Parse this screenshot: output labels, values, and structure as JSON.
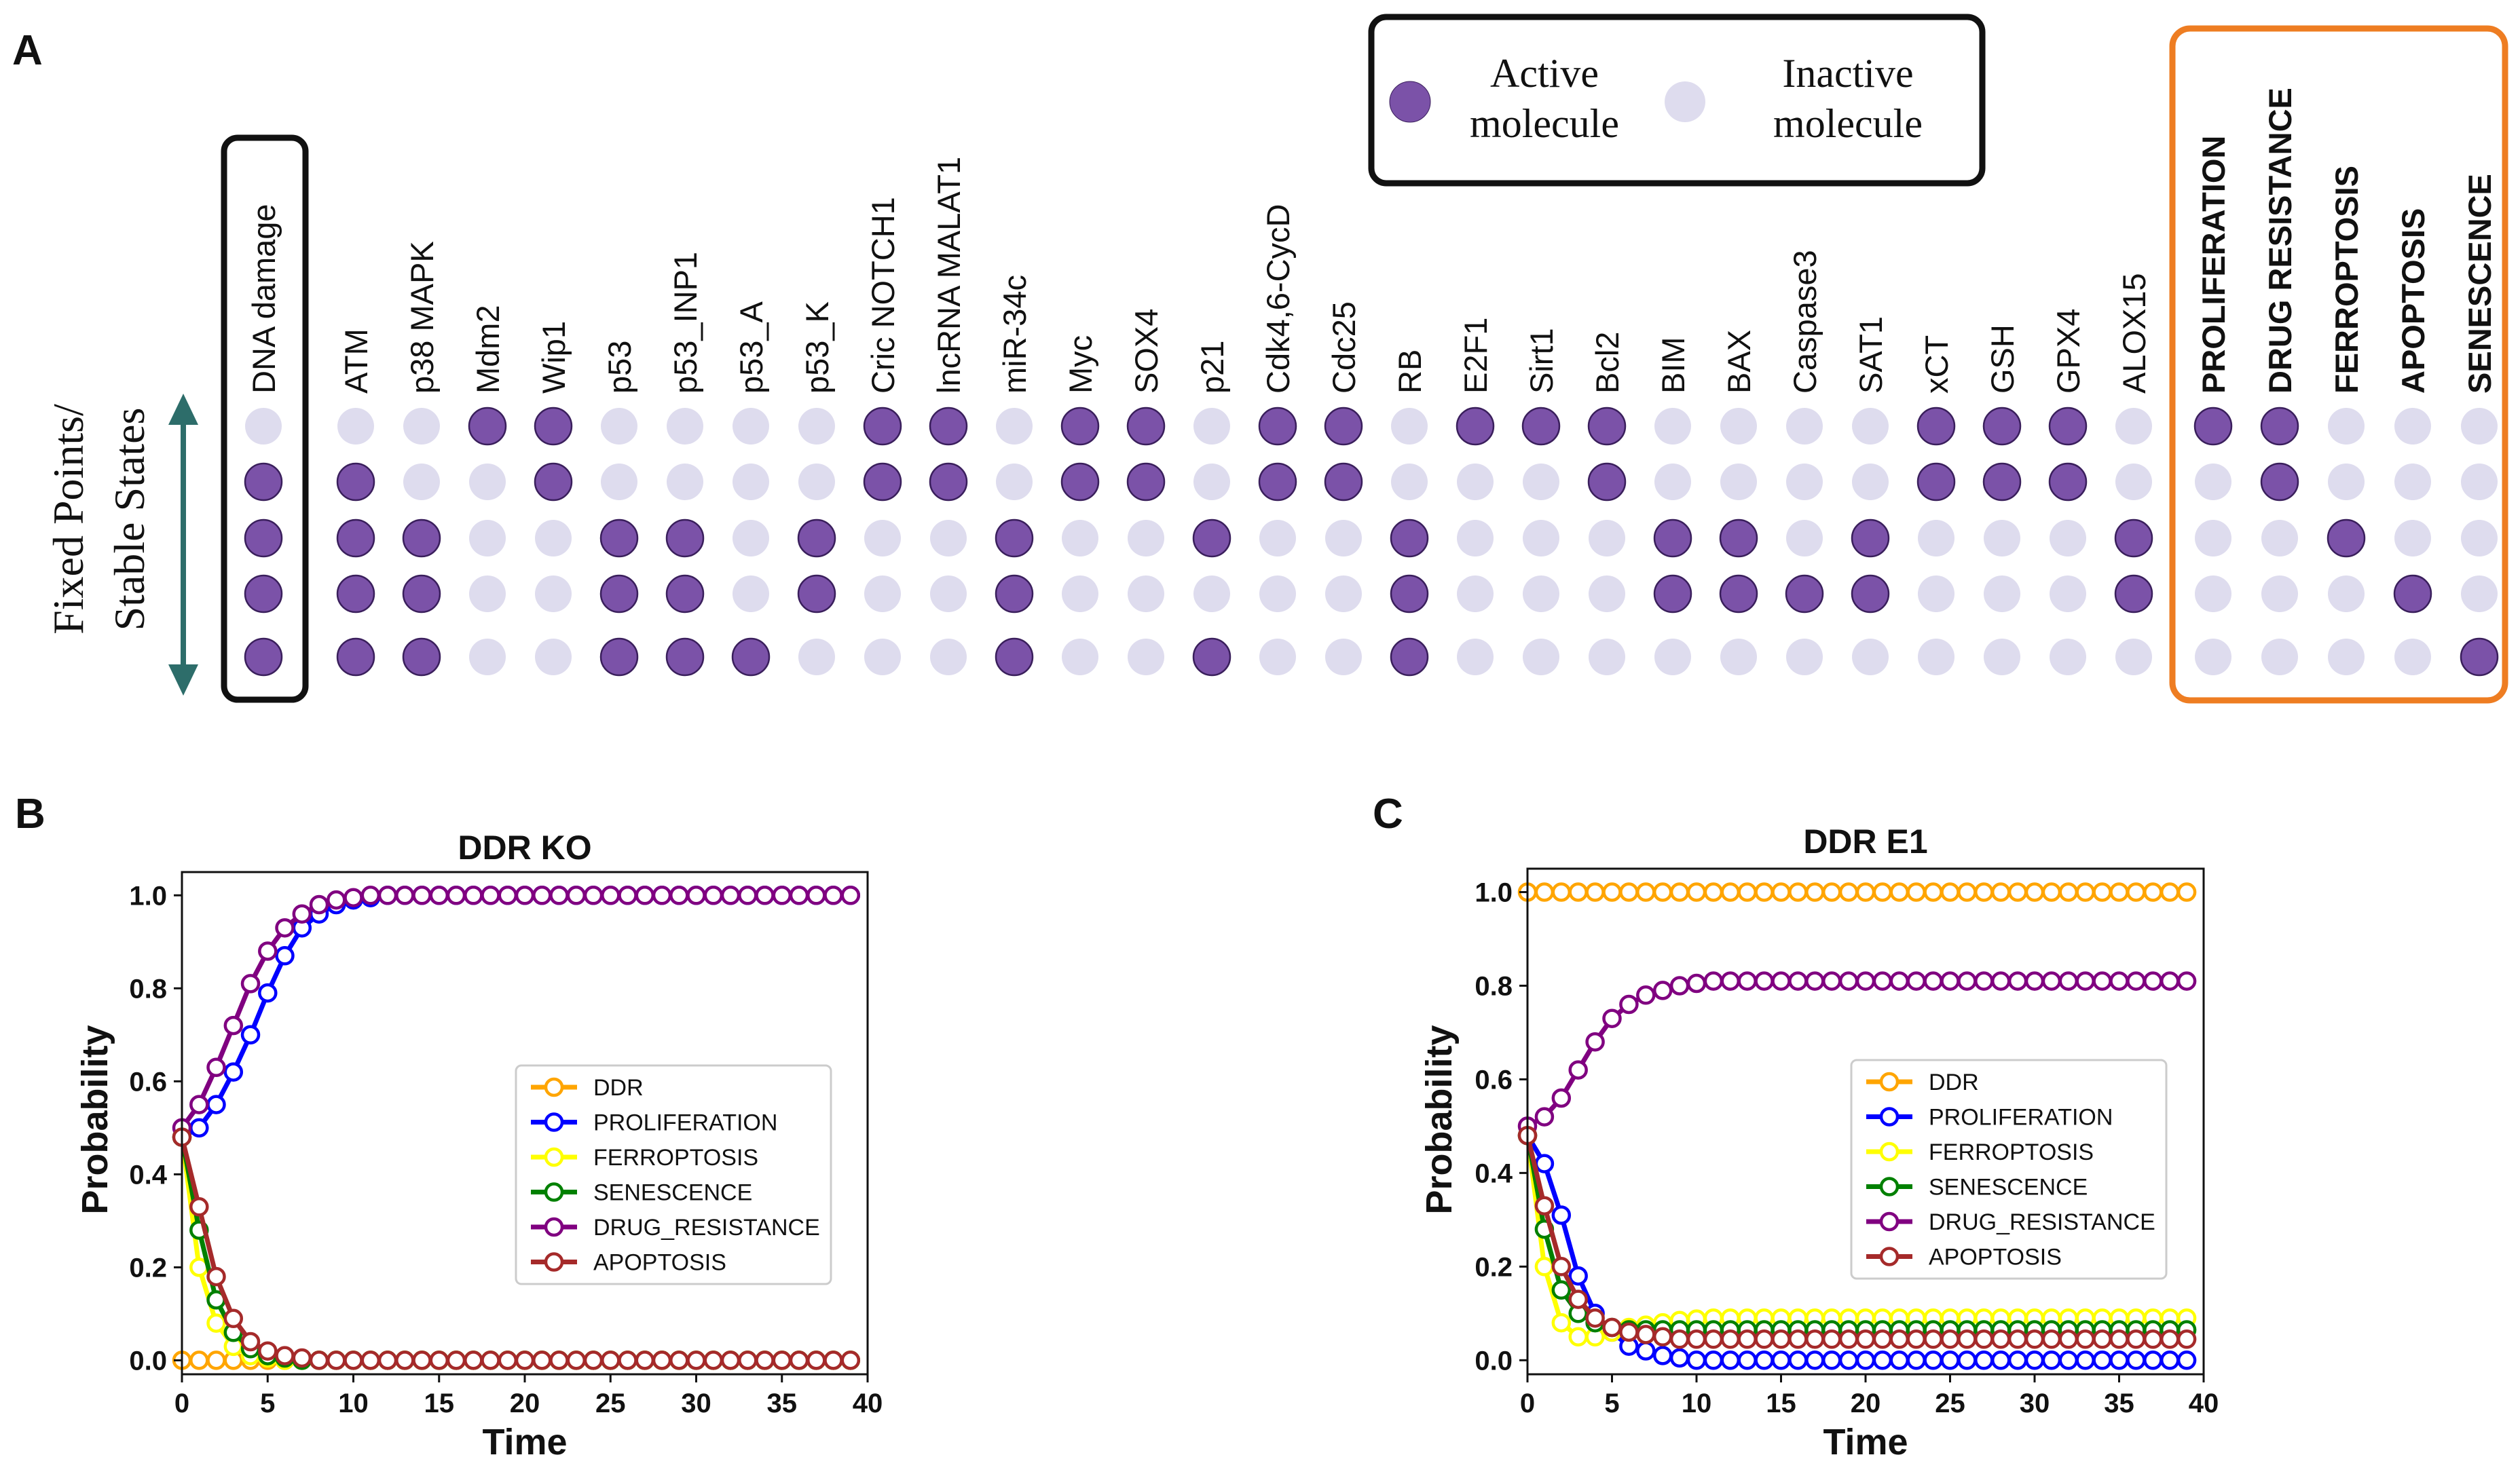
{
  "panels": {
    "a": "A",
    "b": "B",
    "c": "C"
  },
  "panel_a": {
    "y_axis_label_line1": "Fixed Points/",
    "y_axis_label_line2": "Stable States",
    "legend": {
      "active_line1": "Active",
      "active_line2": "molecule",
      "inactive_line1": "Inactive",
      "inactive_line2": "molecule"
    },
    "colors": {
      "active": "#7b52a8",
      "inactive": "#dedcee",
      "left_box": "#111111",
      "right_box": "#ee7d22",
      "arrow": "#2d6d6a"
    },
    "first_column": "DNA damage",
    "columns": [
      "ATM",
      "p38 MAPK",
      "Mdm2",
      "Wip1",
      "p53",
      "p53_INP1",
      "p53_A",
      "p53_K",
      "Cric NOTCH1",
      "lncRNA MALAT1",
      "miR-34c",
      "Myc",
      "SOX4",
      "p21",
      "Cdk4,6-CycD",
      "Cdc25",
      "RB",
      "E2F1",
      "Sirt1",
      "Bcl2",
      "BIM",
      "BAX",
      "Caspase3",
      "SAT1",
      "xCT",
      "GSH",
      "GPX4",
      "ALOX15"
    ],
    "phenotypes": [
      "PROLIFERATION",
      "DRUG RESISTANCE",
      "FERROPTOSIS",
      "APOPTOSIS",
      "SENESCENCE"
    ],
    "states": [
      [
        0,
        0,
        0,
        1,
        1,
        0,
        0,
        0,
        0,
        1,
        1,
        0,
        1,
        1,
        0,
        1,
        1,
        0,
        1,
        1,
        1,
        0,
        0,
        0,
        0,
        1,
        1,
        1,
        0,
        1,
        1,
        0,
        0,
        0
      ],
      [
        1,
        1,
        0,
        0,
        1,
        0,
        0,
        0,
        0,
        1,
        1,
        0,
        1,
        1,
        0,
        1,
        1,
        0,
        0,
        0,
        1,
        0,
        0,
        0,
        0,
        1,
        1,
        1,
        0,
        0,
        1,
        0,
        0,
        0
      ],
      [
        1,
        1,
        1,
        0,
        0,
        1,
        1,
        0,
        1,
        0,
        0,
        1,
        0,
        0,
        1,
        0,
        0,
        1,
        0,
        0,
        0,
        1,
        1,
        0,
        1,
        0,
        0,
        0,
        1,
        0,
        0,
        1,
        0,
        0
      ],
      [
        1,
        1,
        1,
        0,
        0,
        1,
        1,
        0,
        1,
        0,
        0,
        1,
        0,
        0,
        0,
        0,
        0,
        1,
        0,
        0,
        0,
        1,
        1,
        1,
        1,
        0,
        0,
        0,
        1,
        0,
        0,
        0,
        1,
        0
      ],
      [
        1,
        1,
        1,
        0,
        0,
        1,
        1,
        1,
        0,
        0,
        0,
        1,
        0,
        0,
        1,
        0,
        0,
        1,
        0,
        0,
        0,
        0,
        0,
        0,
        0,
        0,
        0,
        0,
        0,
        0,
        0,
        0,
        0,
        1
      ]
    ]
  },
  "chart_data": [
    {
      "type": "line",
      "title": "DDR KO",
      "xlabel": "Time",
      "ylabel": "Probability",
      "xlim": [
        0,
        40
      ],
      "ylim": [
        -0.03,
        1.05
      ],
      "xticks": [
        "0",
        "5",
        "10",
        "15",
        "20",
        "25",
        "30",
        "35",
        "40"
      ],
      "yticks": [
        "0.0",
        "0.2",
        "0.4",
        "0.6",
        "0.8",
        "1.0"
      ],
      "legend_position": "center-right",
      "x": [
        0,
        1,
        2,
        3,
        4,
        5,
        6,
        7,
        8,
        9,
        10,
        11,
        12,
        13,
        14,
        15,
        16,
        17,
        18,
        19,
        20,
        21,
        22,
        23,
        24,
        25,
        26,
        27,
        28,
        29,
        30,
        31,
        32,
        33,
        34,
        35,
        36,
        37,
        38,
        39
      ],
      "series": [
        {
          "name": "DDR",
          "color": "#ffa500",
          "values": [
            0,
            0,
            0,
            0,
            0,
            0,
            0,
            0,
            0,
            0,
            0,
            0,
            0,
            0,
            0,
            0,
            0,
            0,
            0,
            0,
            0,
            0,
            0,
            0,
            0,
            0,
            0,
            0,
            0,
            0,
            0,
            0,
            0,
            0,
            0,
            0,
            0,
            0,
            0,
            0
          ]
        },
        {
          "name": "PROLIFERATION",
          "color": "#0000ff",
          "values": [
            0.48,
            0.5,
            0.55,
            0.62,
            0.7,
            0.79,
            0.87,
            0.93,
            0.96,
            0.98,
            0.99,
            0.995,
            1,
            1,
            1,
            1,
            1,
            1,
            1,
            1,
            1,
            1,
            1,
            1,
            1,
            1,
            1,
            1,
            1,
            1,
            1,
            1,
            1,
            1,
            1,
            1,
            1,
            1,
            1,
            1
          ]
        },
        {
          "name": "FERROPTOSIS",
          "color": "#ffff00",
          "values": [
            0.48,
            0.2,
            0.08,
            0.03,
            0.01,
            0.005,
            0,
            0,
            0,
            0,
            0,
            0,
            0,
            0,
            0,
            0,
            0,
            0,
            0,
            0,
            0,
            0,
            0,
            0,
            0,
            0,
            0,
            0,
            0,
            0,
            0,
            0,
            0,
            0,
            0,
            0,
            0,
            0,
            0,
            0
          ]
        },
        {
          "name": "SENESCENCE",
          "color": "#008000",
          "values": [
            0.48,
            0.28,
            0.13,
            0.06,
            0.025,
            0.01,
            0.005,
            0,
            0,
            0,
            0,
            0,
            0,
            0,
            0,
            0,
            0,
            0,
            0,
            0,
            0,
            0,
            0,
            0,
            0,
            0,
            0,
            0,
            0,
            0,
            0,
            0,
            0,
            0,
            0,
            0,
            0,
            0,
            0,
            0
          ]
        },
        {
          "name": "DRUG_RESISTANCE",
          "color": "#800080",
          "values": [
            0.5,
            0.55,
            0.63,
            0.72,
            0.81,
            0.88,
            0.93,
            0.96,
            0.98,
            0.99,
            0.995,
            1,
            1,
            1,
            1,
            1,
            1,
            1,
            1,
            1,
            1,
            1,
            1,
            1,
            1,
            1,
            1,
            1,
            1,
            1,
            1,
            1,
            1,
            1,
            1,
            1,
            1,
            1,
            1,
            1
          ]
        },
        {
          "name": "APOPTOSIS",
          "color": "#a52a2a",
          "values": [
            0.48,
            0.33,
            0.18,
            0.09,
            0.04,
            0.02,
            0.01,
            0.005,
            0,
            0,
            0,
            0,
            0,
            0,
            0,
            0,
            0,
            0,
            0,
            0,
            0,
            0,
            0,
            0,
            0,
            0,
            0,
            0,
            0,
            0,
            0,
            0,
            0,
            0,
            0,
            0,
            0,
            0,
            0,
            0
          ]
        }
      ]
    },
    {
      "type": "line",
      "title": "DDR E1",
      "xlabel": "Time",
      "ylabel": "Probability",
      "xlim": [
        0,
        40
      ],
      "ylim": [
        -0.03,
        1.05
      ],
      "xticks": [
        "0",
        "5",
        "10",
        "15",
        "20",
        "25",
        "30",
        "35",
        "40"
      ],
      "yticks": [
        "0.0",
        "0.2",
        "0.4",
        "0.6",
        "0.8",
        "1.0"
      ],
      "legend_position": "center-right",
      "x": [
        0,
        1,
        2,
        3,
        4,
        5,
        6,
        7,
        8,
        9,
        10,
        11,
        12,
        13,
        14,
        15,
        16,
        17,
        18,
        19,
        20,
        21,
        22,
        23,
        24,
        25,
        26,
        27,
        28,
        29,
        30,
        31,
        32,
        33,
        34,
        35,
        36,
        37,
        38,
        39
      ],
      "series": [
        {
          "name": "DDR",
          "color": "#ffa500",
          "values": [
            1,
            1,
            1,
            1,
            1,
            1,
            1,
            1,
            1,
            1,
            1,
            1,
            1,
            1,
            1,
            1,
            1,
            1,
            1,
            1,
            1,
            1,
            1,
            1,
            1,
            1,
            1,
            1,
            1,
            1,
            1,
            1,
            1,
            1,
            1,
            1,
            1,
            1,
            1,
            1
          ]
        },
        {
          "name": "PROLIFERATION",
          "color": "#0000ff",
          "values": [
            0.48,
            0.42,
            0.31,
            0.18,
            0.1,
            0.06,
            0.03,
            0.02,
            0.01,
            0.005,
            0,
            0,
            0,
            0,
            0,
            0,
            0,
            0,
            0,
            0,
            0,
            0,
            0,
            0,
            0,
            0,
            0,
            0,
            0,
            0,
            0,
            0,
            0,
            0,
            0,
            0,
            0,
            0,
            0,
            0
          ]
        },
        {
          "name": "FERROPTOSIS",
          "color": "#ffff00",
          "values": [
            0.48,
            0.2,
            0.08,
            0.05,
            0.05,
            0.06,
            0.07,
            0.075,
            0.08,
            0.085,
            0.088,
            0.09,
            0.09,
            0.09,
            0.09,
            0.09,
            0.09,
            0.09,
            0.09,
            0.09,
            0.09,
            0.09,
            0.09,
            0.09,
            0.09,
            0.09,
            0.09,
            0.09,
            0.09,
            0.09,
            0.09,
            0.09,
            0.09,
            0.09,
            0.09,
            0.09,
            0.09,
            0.09,
            0.09,
            0.09
          ]
        },
        {
          "name": "SENESCENCE",
          "color": "#008000",
          "values": [
            0.48,
            0.28,
            0.15,
            0.1,
            0.08,
            0.07,
            0.065,
            0.065,
            0.065,
            0.065,
            0.065,
            0.065,
            0.065,
            0.065,
            0.065,
            0.065,
            0.065,
            0.065,
            0.065,
            0.065,
            0.065,
            0.065,
            0.065,
            0.065,
            0.065,
            0.065,
            0.065,
            0.065,
            0.065,
            0.065,
            0.065,
            0.065,
            0.065,
            0.065,
            0.065,
            0.065,
            0.065,
            0.065,
            0.065,
            0.065
          ]
        },
        {
          "name": "DRUG_RESISTANCE",
          "color": "#800080",
          "values": [
            0.5,
            0.52,
            0.56,
            0.62,
            0.68,
            0.73,
            0.76,
            0.78,
            0.79,
            0.8,
            0.805,
            0.81,
            0.81,
            0.81,
            0.81,
            0.81,
            0.81,
            0.81,
            0.81,
            0.81,
            0.81,
            0.81,
            0.81,
            0.81,
            0.81,
            0.81,
            0.81,
            0.81,
            0.81,
            0.81,
            0.81,
            0.81,
            0.81,
            0.81,
            0.81,
            0.81,
            0.81,
            0.81,
            0.81,
            0.81
          ]
        },
        {
          "name": "APOPTOSIS",
          "color": "#a52a2a",
          "values": [
            0.48,
            0.33,
            0.2,
            0.13,
            0.09,
            0.07,
            0.06,
            0.055,
            0.05,
            0.045,
            0.045,
            0.045,
            0.045,
            0.045,
            0.045,
            0.045,
            0.045,
            0.045,
            0.045,
            0.045,
            0.045,
            0.045,
            0.045,
            0.045,
            0.045,
            0.045,
            0.045,
            0.045,
            0.045,
            0.045,
            0.045,
            0.045,
            0.045,
            0.045,
            0.045,
            0.045,
            0.045,
            0.045,
            0.045,
            0.045
          ]
        }
      ]
    }
  ]
}
